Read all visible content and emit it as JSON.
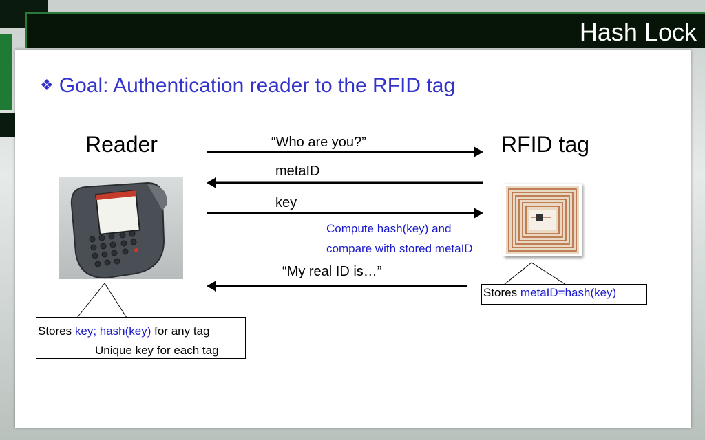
{
  "slide": {
    "title": "Hash Lock",
    "goal_bullet": "❖",
    "goal": "Goal: Authentication reader to the RFID tag"
  },
  "diagram": {
    "reader_label": "Reader",
    "tag_label": "RFID tag",
    "messages": [
      {
        "text": "“Who are you?”",
        "direction": "reader-to-tag"
      },
      {
        "text": "metaID",
        "direction": "tag-to-reader"
      },
      {
        "text": "key",
        "direction": "reader-to-tag"
      },
      {
        "text": "“My real ID is…”",
        "direction": "tag-to-reader"
      }
    ],
    "tag_computation": [
      "Compute hash(key) and",
      "compare with stored metaID"
    ],
    "tag_callout": {
      "prefix": "Stores ",
      "value": "metaID=hash(key)"
    },
    "reader_callout": {
      "prefix": "Stores ",
      "values": "key; hash(key)",
      "suffix": " for any tag",
      "line2": "Unique key for each tag"
    }
  },
  "colors": {
    "accent_blue": "#3333cc",
    "note_blue": "#1a1acc",
    "title_bar": "#071509"
  }
}
